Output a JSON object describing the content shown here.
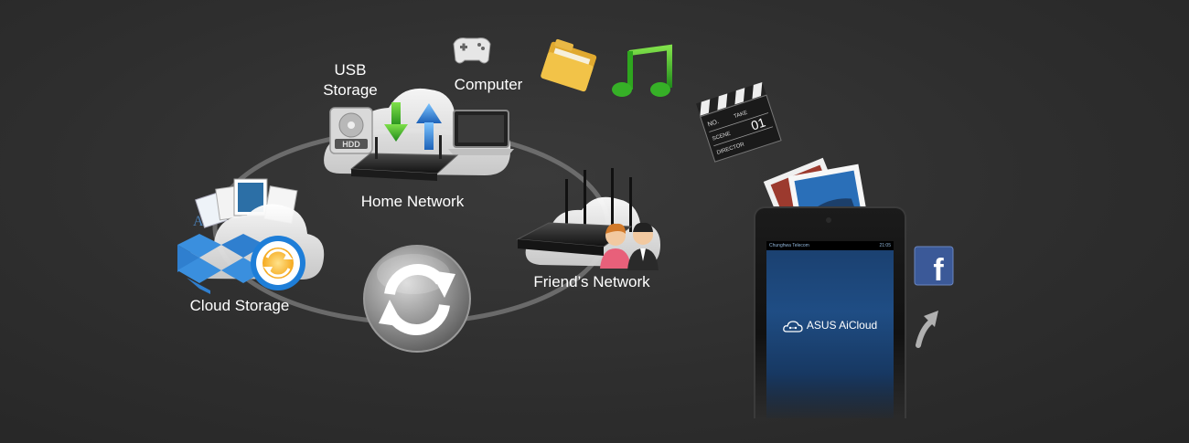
{
  "nodes": {
    "usb_storage": "USB\nStorage",
    "computer": "Computer",
    "home_network": "Home Network",
    "friends_network": "Friend’s Network",
    "cloud_storage": "Cloud Storage"
  },
  "phone": {
    "carrier": "Chunghwa Telecom",
    "time": "21:05",
    "app_name": "ASUS AiCloud"
  },
  "icons": [
    "gamepad-icon",
    "folder-icon",
    "music-note-icon",
    "clapperboard-icon",
    "photos-icon",
    "facebook-icon",
    "curved-arrow-icon",
    "sync-icon",
    "hdd-icon",
    "laptop-icon",
    "router-icon",
    "people-icon",
    "dropbox-icon"
  ],
  "clapperboard": {
    "scene_label": "SCENE",
    "take_label": "TAKE",
    "number": "01",
    "no_label": "NO.",
    "director_label": "DIRECTOR"
  },
  "facebook_glyph": "f",
  "hdd_text": "HDD",
  "colors": {
    "background": "#2e2e2e",
    "ring": "#8a8a8a",
    "phone_screen": "#1f4d84",
    "facebook": "#3b5998",
    "arrow_green": "#3fae2a",
    "arrow_blue": "#2a7fd6"
  }
}
